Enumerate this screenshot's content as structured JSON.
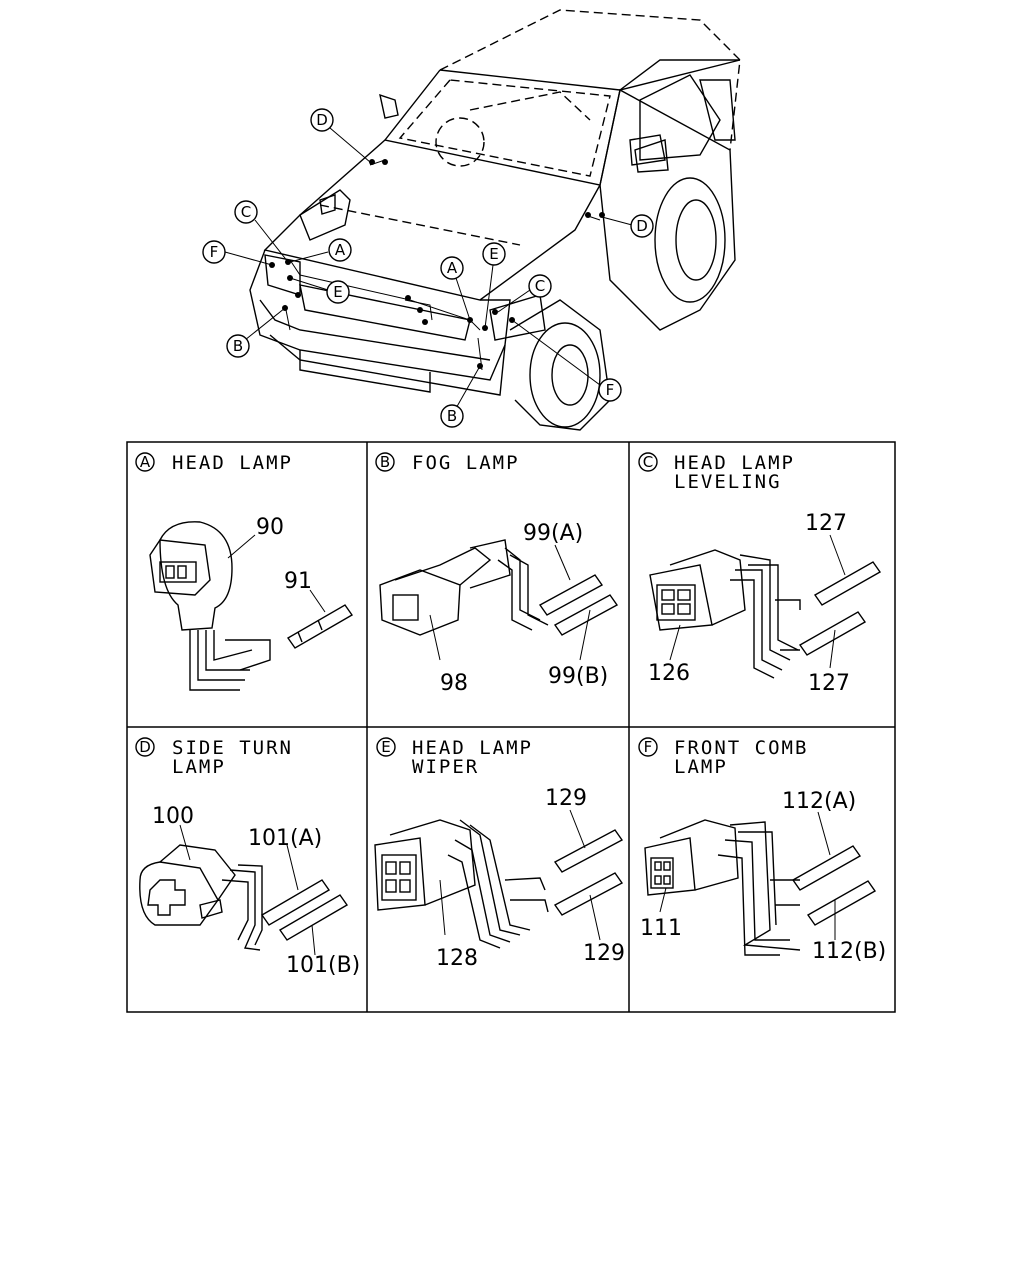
{
  "overview": {
    "callouts": [
      {
        "id": "callout-d-windshield",
        "letter": "D"
      },
      {
        "id": "callout-d-fender",
        "letter": "D"
      },
      {
        "id": "callout-c-left",
        "letter": "C"
      },
      {
        "id": "callout-c-right",
        "letter": "C"
      },
      {
        "id": "callout-f-left",
        "letter": "F"
      },
      {
        "id": "callout-f-right",
        "letter": "F"
      },
      {
        "id": "callout-a-left",
        "letter": "A"
      },
      {
        "id": "callout-a-right",
        "letter": "A"
      },
      {
        "id": "callout-e-left",
        "letter": "E"
      },
      {
        "id": "callout-e-right",
        "letter": "E"
      },
      {
        "id": "callout-b-left",
        "letter": "B"
      },
      {
        "id": "callout-b-right",
        "letter": "B"
      }
    ]
  },
  "panels": [
    {
      "letter": "A",
      "title_line1": "HEAD LAMP",
      "title_line2": "",
      "parts": [
        "90",
        "91"
      ]
    },
    {
      "letter": "B",
      "title_line1": "FOG LAMP",
      "title_line2": "",
      "parts": [
        "99(A)",
        "98",
        "99(B)"
      ]
    },
    {
      "letter": "C",
      "title_line1": "HEAD LAMP",
      "title_line2": "LEVELING",
      "parts": [
        "127",
        "126",
        "127"
      ]
    },
    {
      "letter": "D",
      "title_line1": "SIDE TURN",
      "title_line2": "LAMP",
      "parts": [
        "100",
        "101(A)",
        "101(B)"
      ]
    },
    {
      "letter": "E",
      "title_line1": "HEAD LAMP",
      "title_line2": "WIPER",
      "parts": [
        "129",
        "128",
        "129"
      ]
    },
    {
      "letter": "F",
      "title_line1": "FRONT COMB",
      "title_line2": "LAMP",
      "parts": [
        "112(A)",
        "111",
        "112(B)"
      ]
    }
  ]
}
